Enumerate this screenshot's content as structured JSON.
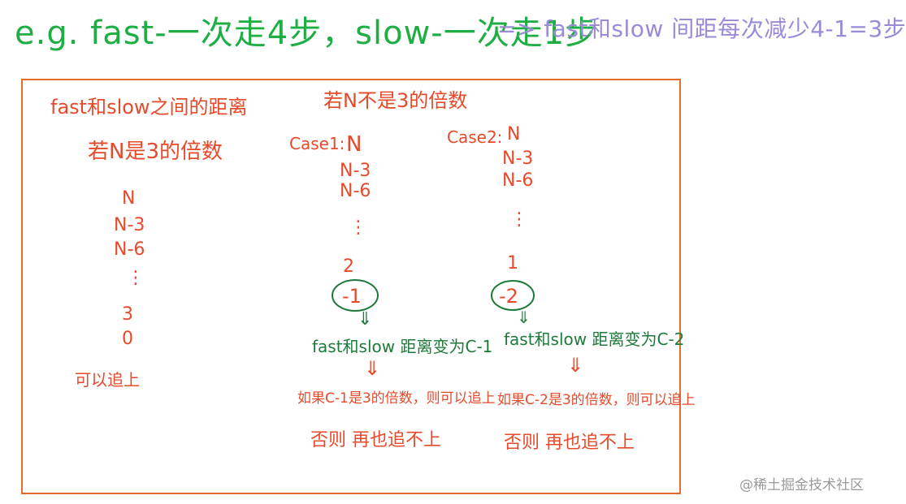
{
  "header": {
    "green_text": "e.g. fast-一次走4步，slow-一次走1步",
    "purple_text": "=> fast和slow 间距每次减少4-1=3步"
  },
  "left": {
    "title": "fast和slow之间的距离",
    "condition": "若N是3的倍数",
    "sequence": [
      "N",
      "N-3",
      "N-6",
      "⋮",
      "3",
      "0"
    ],
    "result": "可以追上"
  },
  "middle": {
    "title": "若N不是3的倍数"
  },
  "case1": {
    "label": "Case1:",
    "sequence": [
      "N",
      "N-3",
      "N-6",
      "⋮",
      "2"
    ],
    "circled": "-1",
    "arrow": "⇓",
    "distance": "fast和slow 距离变为C-1",
    "if_text": "如果C-1是3的倍数，则可以追上",
    "then_text": "否则 再也追不上"
  },
  "case2": {
    "label": "Case2:",
    "sequence": [
      "N",
      "N-3",
      "N-6",
      "⋮",
      "1"
    ],
    "circled": "-2",
    "arrow": "⇓",
    "distance": "fast和slow 距离变为C-2",
    "if_text": "如果C-2是3的倍数，则可以追上",
    "then_text": "否则 再也追不上"
  },
  "watermark": "@稀土掘金技术社区"
}
